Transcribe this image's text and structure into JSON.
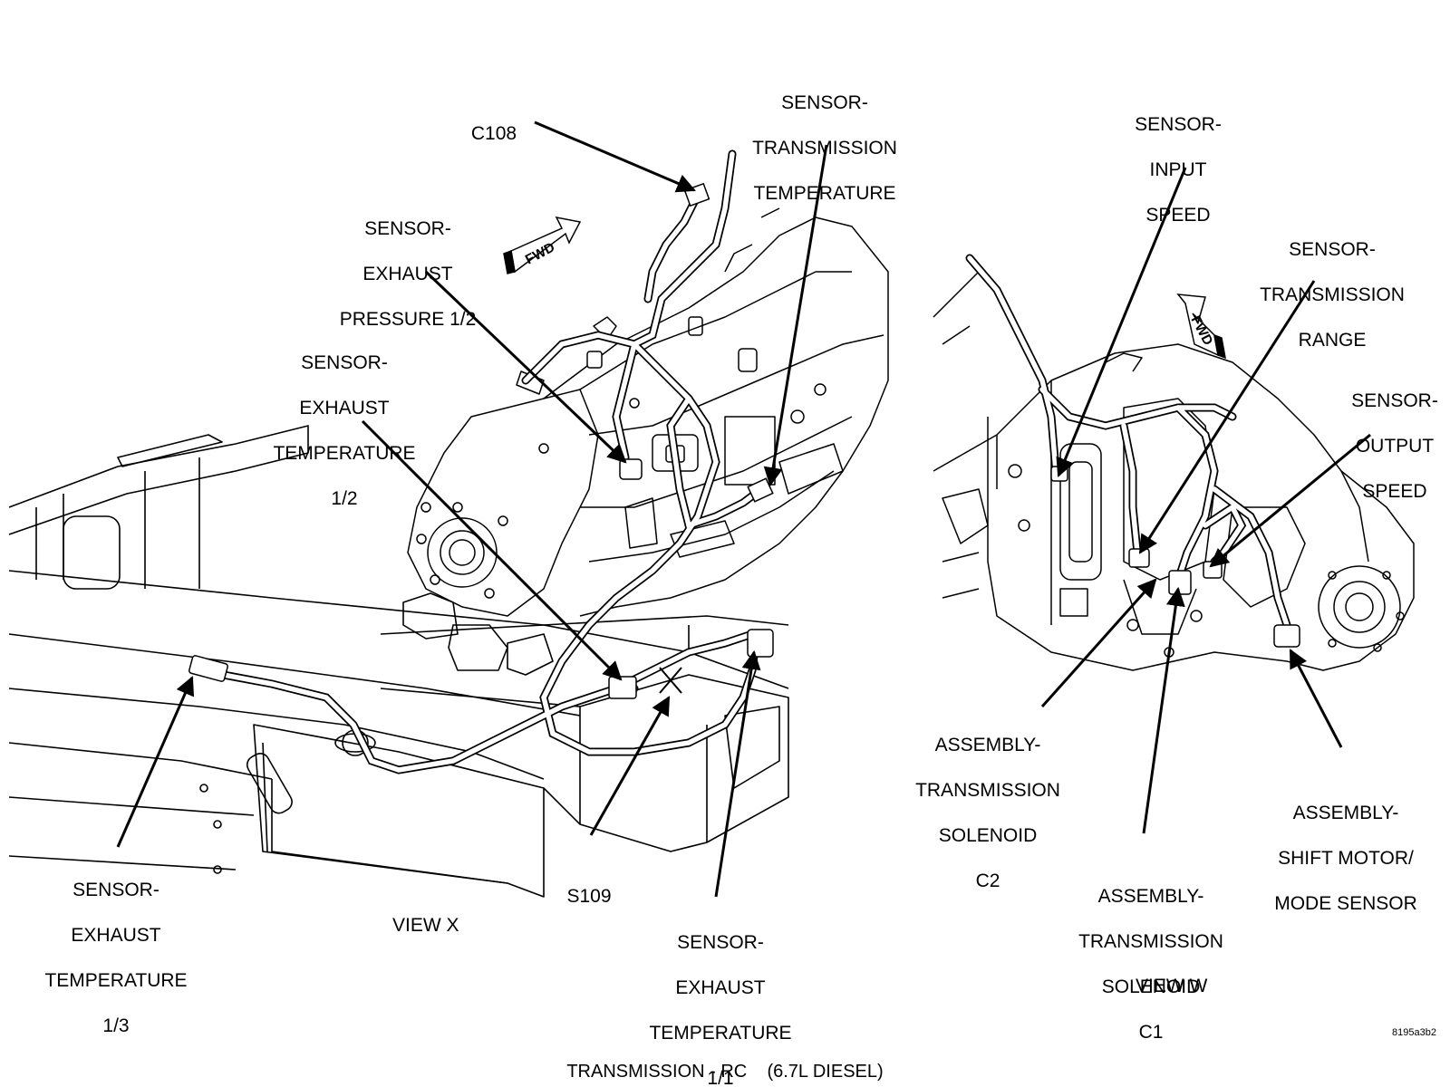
{
  "diagram": {
    "caption": "TRANSMISSION - RC    (6.7L DIESEL)",
    "figure_code": "8195a3b2",
    "fwd_label": "FWD",
    "views": {
      "x": "VIEW X",
      "w": "VIEW W"
    },
    "labels": {
      "c108": [
        "C108"
      ],
      "trans_temp": [
        "SENSOR-",
        "TRANSMISSION",
        "TEMPERATURE"
      ],
      "exh_press_12": [
        "SENSOR-",
        "EXHAUST",
        "PRESSURE 1/2"
      ],
      "exh_temp_12": [
        "SENSOR-",
        "EXHAUST",
        "TEMPERATURE",
        "1/2"
      ],
      "exh_temp_13": [
        "SENSOR-",
        "EXHAUST",
        "TEMPERATURE",
        "1/3"
      ],
      "s109": [
        "S109"
      ],
      "exh_temp_11": [
        "SENSOR-",
        "EXHAUST",
        "TEMPERATURE",
        "1/1"
      ],
      "input_speed": [
        "SENSOR-",
        "INPUT",
        "SPEED"
      ],
      "trans_range": [
        "SENSOR-",
        "TRANSMISSION",
        "RANGE"
      ],
      "output_speed": [
        "SENSOR-",
        "OUTPUT",
        "SPEED"
      ],
      "solenoid_c2": [
        "ASSEMBLY-",
        "TRANSMISSION",
        "SOLENOID",
        "C2"
      ],
      "solenoid_c1": [
        "ASSEMBLY-",
        "TRANSMISSION",
        "SOLENOID",
        "C1"
      ],
      "shift_motor": [
        "ASSEMBLY-",
        "SHIFT MOTOR/",
        "MODE SENSOR"
      ]
    },
    "colors": {
      "ink": "#000000",
      "paper": "#ffffff"
    }
  }
}
